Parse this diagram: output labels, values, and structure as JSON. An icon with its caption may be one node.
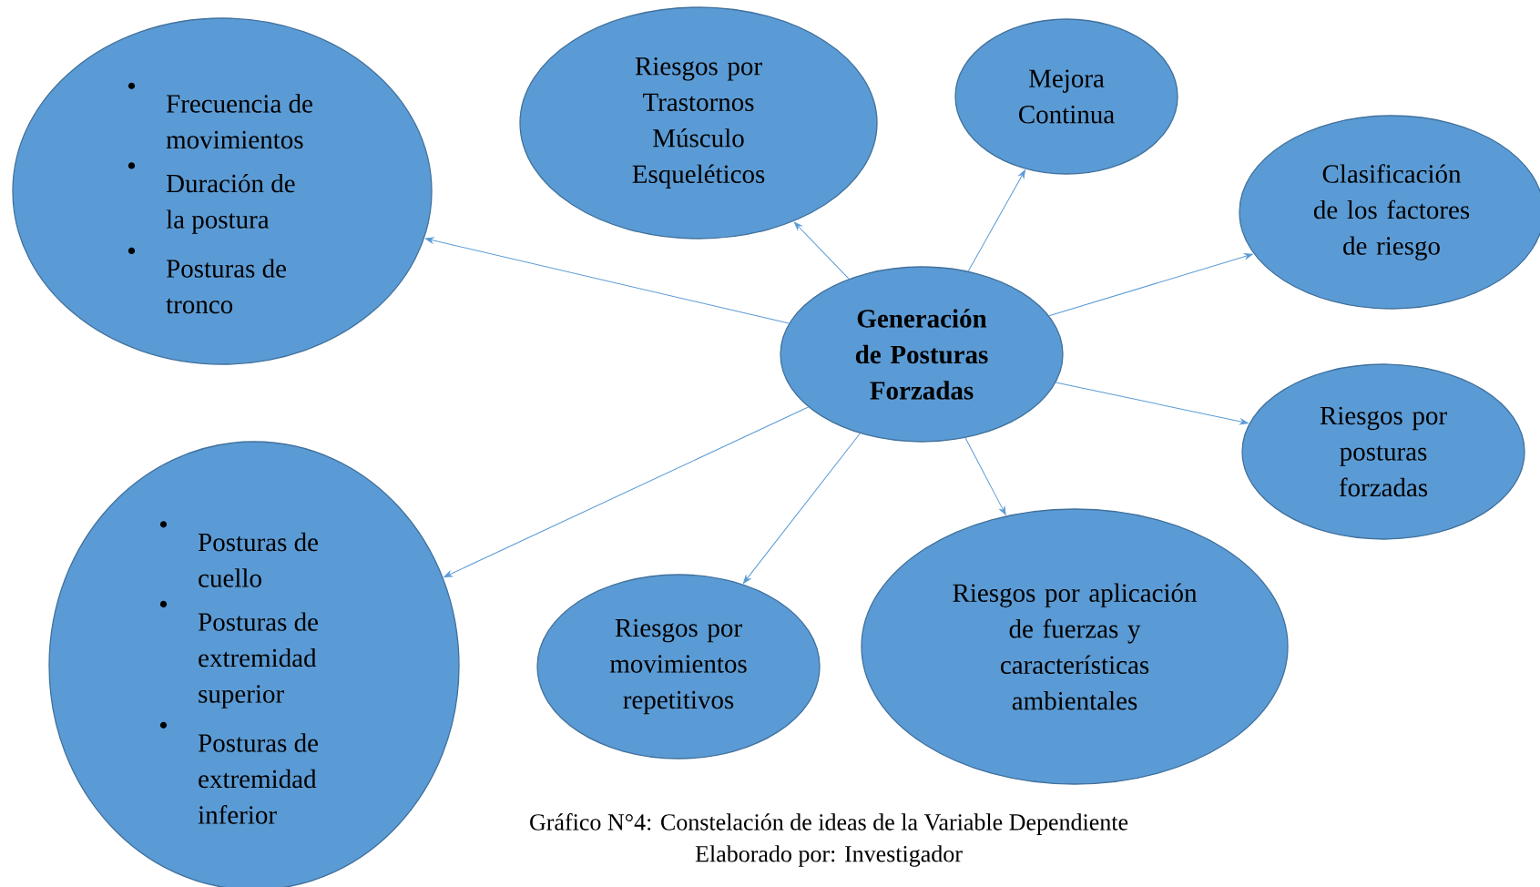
{
  "diagram": {
    "caption": "Gráfico N°4: Constelación de ideas de la Variable Dependiente",
    "nodes": [
      {
        "text": [
          "Generación de Posturas Forzadas"
        ]
      },
      {
        "text": [
          "Frecuencia de movimientos",
          "Duración de la postura",
          "Posturas de tronco"
        ]
      },
      {
        "text": [
          "Riesgos por Trastornos Músculo Esqueléticos"
        ]
      },
      {
        "text": [
          "Mejora Continua"
        ]
      },
      {
        "text": [
          "Clasificación de los factores de riesgo"
        ]
      },
      {
        "text": [
          "Riesgos por posturas forzadas"
        ]
      },
      {
        "text": [
          "Posturas de cuello",
          "Posturas de extremidad superior",
          "Posturas de extremidad inferior"
        ]
      },
      {
        "text": [
          "Riesgos por movimientos repetitivos"
        ]
      },
      {
        "text": [
          "Riesgos por aplicación de fuerzas y características ambientales"
        ]
      }
    ],
    "edges": [
      {
        "from": 0,
        "to": 1,
        "arrow": "to"
      },
      {
        "from": 0,
        "to": 2,
        "arrow": "to"
      },
      {
        "from": 0,
        "to": 3,
        "arrow": "to"
      },
      {
        "from": 0,
        "to": 4,
        "arrow": "to"
      },
      {
        "from": 0,
        "to": 5,
        "arrow": "to"
      },
      {
        "from": 0,
        "to": 6,
        "arrow": "to"
      },
      {
        "from": 0,
        "to": 7,
        "arrow": "to"
      },
      {
        "from": 0,
        "to": 8,
        "arrow": "to"
      }
    ],
    "labels": [
      "Elaborado por: Investigador"
    ]
  }
}
